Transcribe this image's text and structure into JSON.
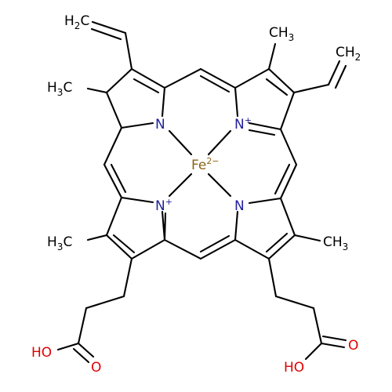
{
  "colors": {
    "carbon": "#000000",
    "nitrogen": "#1f1f9a",
    "oxygen": "#e00000",
    "iron": "#8a6414",
    "background": "#ffffff"
  },
  "labels": {
    "vinyl_left": {
      "main": "H",
      "sub": "2",
      "tail": "C"
    },
    "vinyl_right": {
      "main": "CH",
      "sub": "2"
    },
    "methyl_top_right": {
      "main": "CH",
      "sub": "3"
    },
    "methyl_upper_left": {
      "main": "H",
      "sub": "3",
      "tail": "C"
    },
    "methyl_lower_left": {
      "main": "H",
      "sub": "3",
      "tail": "C"
    },
    "methyl_lower_right": {
      "main": "CH",
      "sub": "3"
    },
    "n_upper_left": {
      "main": "N"
    },
    "n_upper_right": {
      "main": "N",
      "sup": "+"
    },
    "n_lower_left": {
      "main": "N",
      "sup": "+"
    },
    "n_lower_right": {
      "main": "N"
    },
    "iron": {
      "main": "Fe",
      "sup": "2−"
    },
    "hydroxyl_left": {
      "main": "HO"
    },
    "carbonyl_left": {
      "main": "O"
    },
    "hydroxyl_right": {
      "main": "HO"
    },
    "carbonyl_right": {
      "main": "O"
    }
  }
}
